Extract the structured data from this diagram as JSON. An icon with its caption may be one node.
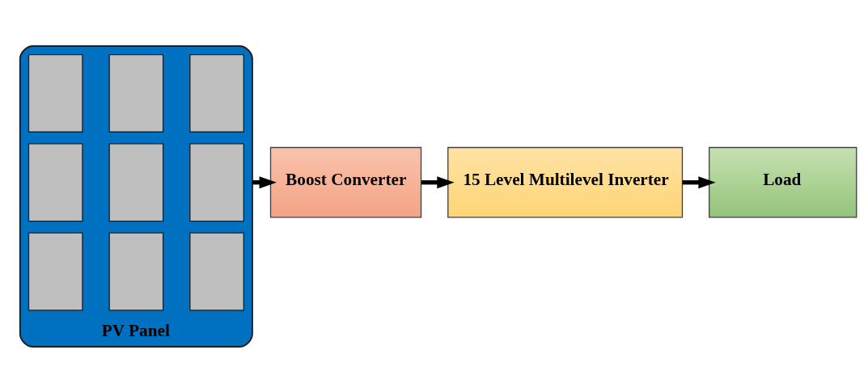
{
  "diagram": {
    "nodes": [
      {
        "text": [
          "PV Panel"
        ]
      },
      {
        "text": [],
        "shape": "box",
        "in": 0
      },
      {
        "text": [],
        "shape": "box",
        "in": 0
      },
      {
        "text": [],
        "shape": "box",
        "in": 0
      },
      {
        "text": [],
        "shape": "box",
        "in": 0
      },
      {
        "text": [],
        "shape": "box",
        "in": 0
      },
      {
        "text": [],
        "shape": "box",
        "in": 0
      },
      {
        "text": [],
        "shape": "box",
        "in": 0
      },
      {
        "text": [],
        "shape": "box",
        "in": 0
      },
      {
        "text": [],
        "shape": "box",
        "in": 0
      },
      {
        "text": [
          "Boost Converter"
        ]
      },
      {
        "text": [
          "15 Level Multilevel Inverter"
        ]
      },
      {
        "text": [
          "Load"
        ]
      }
    ],
    "edges": [
      {
        "from": 0,
        "to": 10,
        "arrow": "to"
      },
      {
        "from": 10,
        "to": 11,
        "arrow": "to"
      },
      {
        "from": 11,
        "to": 12,
        "arrow": "to"
      }
    ]
  }
}
